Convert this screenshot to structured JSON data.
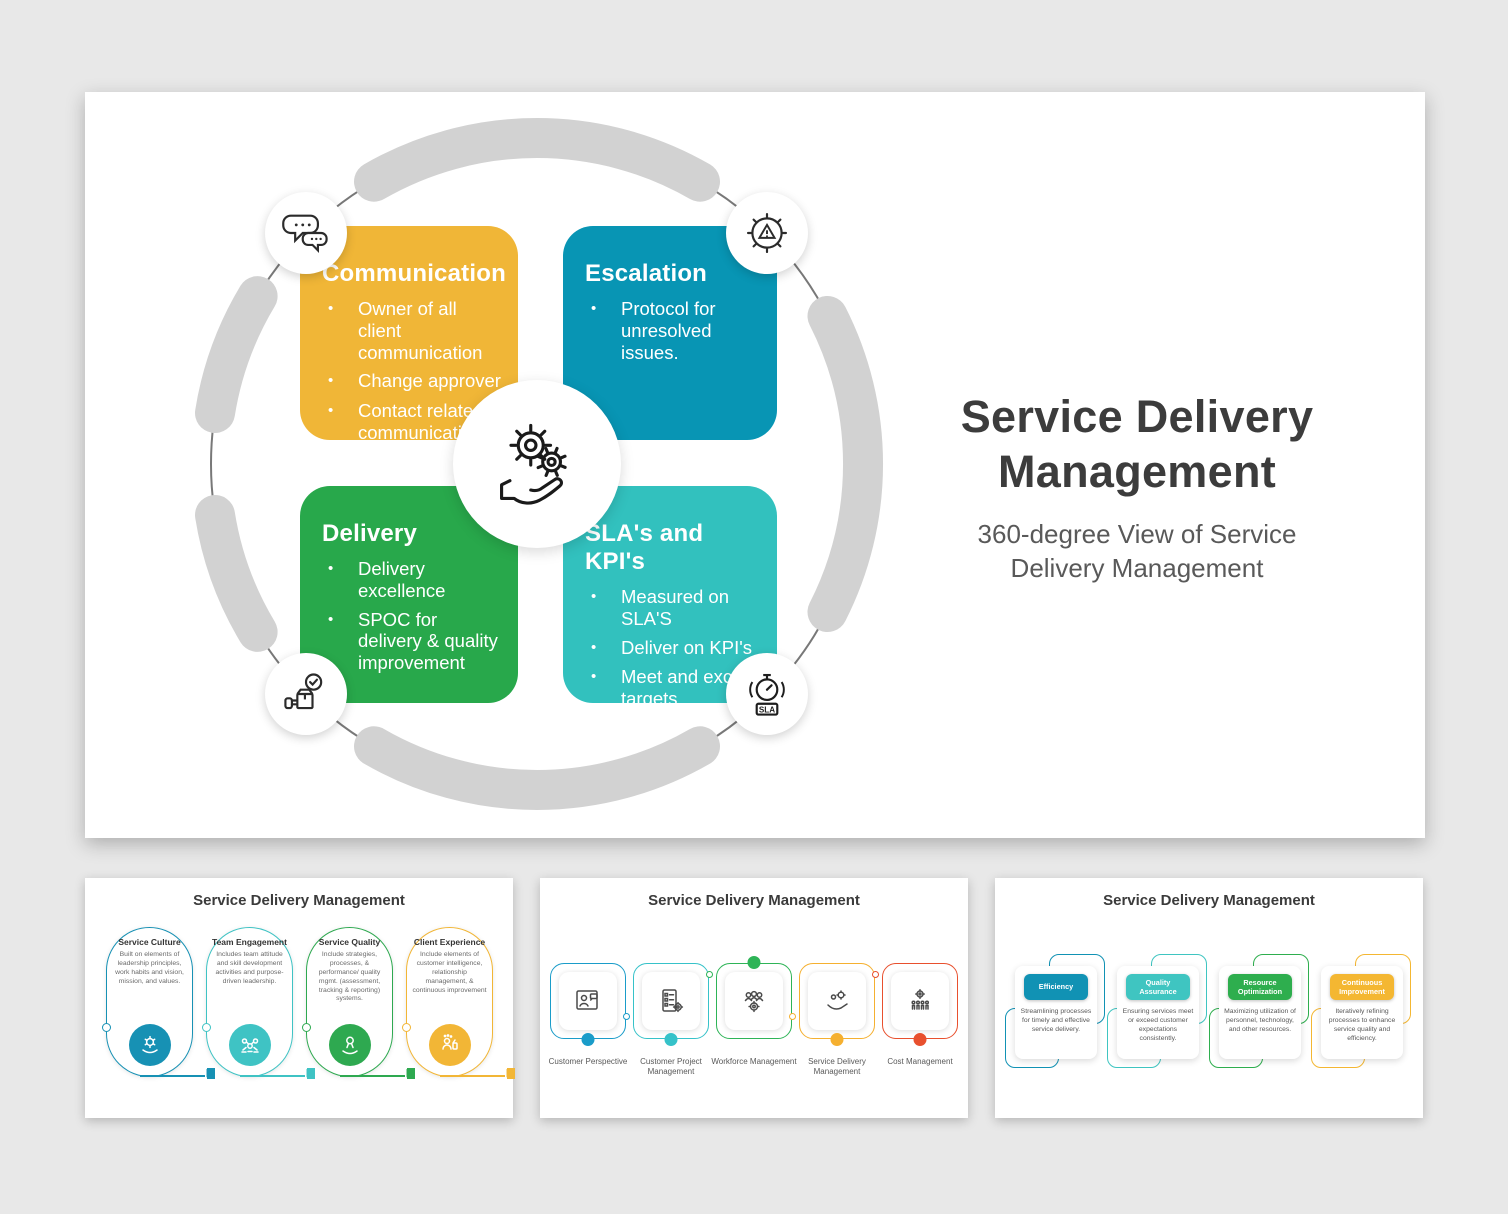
{
  "main_slide": {
    "title": "Service Delivery Management",
    "subtitle": "360-degree View of Service Delivery Management",
    "center_icon": "hand-holding-gears-icon",
    "ring_colors": {
      "thick_arc": "#D2D2D2",
      "thin_circle": "#787878"
    },
    "quadrants": [
      {
        "title": "Communication",
        "color": "#F0B637",
        "icon": "chat-bubbles-icon",
        "bullets": [
          "Owner of all client communication",
          "Change approver",
          "Contact related communication"
        ]
      },
      {
        "title": "Escalation",
        "color": "#0895B4",
        "icon": "escalation-gear-icon",
        "bullets": [
          "Protocol for unresolved issues."
        ]
      },
      {
        "title": "Delivery",
        "color": "#28A84B",
        "icon": "delivery-approved-icon",
        "bullets": [
          "Delivery excellence",
          "SPOC for delivery & quality improvement"
        ]
      },
      {
        "title": "SLA's and KPI's",
        "color": "#32C1BE",
        "icon": "sla-stopwatch-icon",
        "bullets": [
          "Measured on SLA'S",
          "Deliver on KPI's",
          "Meet and exceed targets"
        ]
      }
    ]
  },
  "slide2": {
    "title": "Service Delivery Management",
    "items": [
      {
        "title": "Service Culture",
        "color": "#1791B4",
        "icon": "gear-hand-icon",
        "body": "Built on elements of leadership principles, work habits and vision, mission, and values."
      },
      {
        "title": "Team Engagement",
        "color": "#3FC3C4",
        "icon": "team-network-icon",
        "body": "Includes team attitude and skill development activities and purpose- driven leadership."
      },
      {
        "title": "Service Quality",
        "color": "#2EA950",
        "icon": "award-hand-icon",
        "body": "Include strategies, processes, & performance/ quality mgmt. (assessment, tracking & reporting) systems."
      },
      {
        "title": "Client Experience",
        "color": "#F2B636",
        "icon": "customer-thumbs-icon",
        "body": "Include elements of customer intelligence, relationship management, & continuous improvement"
      }
    ]
  },
  "slide3": {
    "title": "Service Delivery Management",
    "items": [
      {
        "label": "Customer Perspective",
        "color": "#1A9CC9",
        "icon": "customer-screen-icon"
      },
      {
        "label": "Customer Project Management",
        "color": "#36C2C9",
        "icon": "checklist-gear-icon"
      },
      {
        "label": "Workforce Management",
        "color": "#2EB457",
        "icon": "workforce-group-icon"
      },
      {
        "label": "Service Delivery Management",
        "color": "#F5B030",
        "icon": "hand-gears-icon"
      },
      {
        "label": "Cost Management",
        "color": "#E8502E",
        "icon": "cost-gear-icon"
      }
    ]
  },
  "slide4": {
    "title": "Service Delivery Management",
    "items": [
      {
        "title": "Efficiency",
        "color": "#1192B4",
        "body": "Streamlining processes for timely and effective service delivery."
      },
      {
        "title": "Quality Assurance",
        "color": "#3FC5C1",
        "body": "Ensuring services meet or exceed customer expectations consistently."
      },
      {
        "title": "Resource Optimization",
        "color": "#2EAE4E",
        "body": "Maximizing utilization of personnel, technology, and other resources."
      },
      {
        "title": "Continuous Improvement",
        "color": "#F4B732",
        "body": "Iteratively refining processes to enhance service quality and efficiency."
      }
    ]
  }
}
